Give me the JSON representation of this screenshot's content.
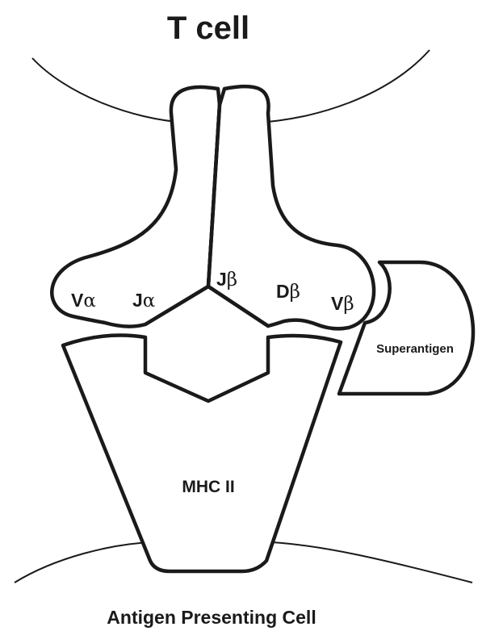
{
  "labels": {
    "top": "T cell",
    "bottom": "Antigen Presenting Cell",
    "mhc": "MHC II",
    "superantigen": "Superantigen"
  },
  "segments": {
    "v_alpha": {
      "letter": "V",
      "greek": "α"
    },
    "j_alpha": {
      "letter": "J",
      "greek": "α"
    },
    "j_beta": {
      "letter": "J",
      "greek": "β"
    },
    "d_beta": {
      "letter": "D",
      "greek": "β"
    },
    "v_beta": {
      "letter": "V",
      "greek": "β"
    }
  }
}
